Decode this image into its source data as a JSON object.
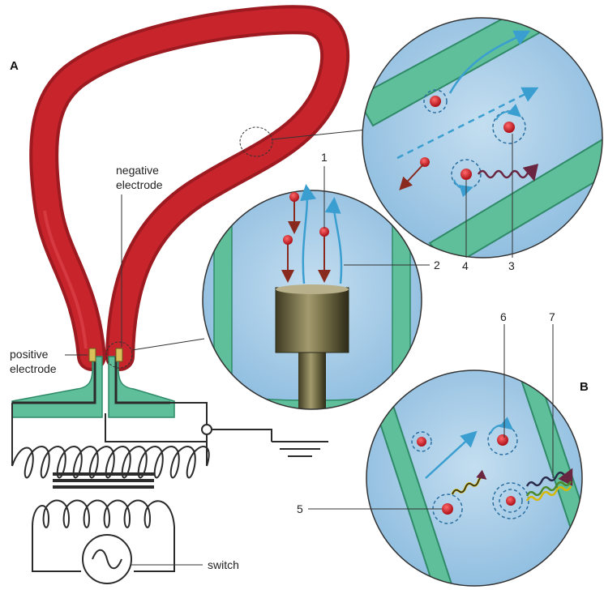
{
  "panels": {
    "a": "A",
    "b": "B"
  },
  "labels": {
    "negative_electrode_line1": "negative",
    "negative_electrode_line2": "electrode",
    "positive_electrode_line1": "positive",
    "positive_electrode_line2": "electrode",
    "switch": "switch"
  },
  "callouts": [
    "1",
    "2",
    "3",
    "4",
    "5",
    "6",
    "7"
  ],
  "colors": {
    "tube": "#c8242c",
    "tube_dark": "#9c1a20",
    "glass": "#5fbf9a",
    "glass_edge": "#2f8a68",
    "bubble": "#a9cde6",
    "particle": "#d4202a",
    "flow_arrow": "#3a9fd0",
    "photon": "#7a2d2d"
  }
}
